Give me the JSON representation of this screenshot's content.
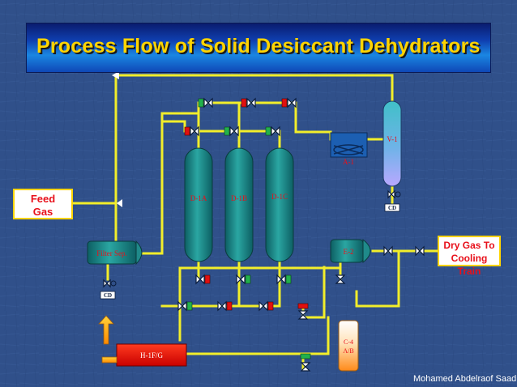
{
  "title": "Process Flow of Solid Desiccant Dehydrators",
  "feed_label_line1": "Feed",
  "feed_label_line2": "Gas",
  "dry_gas_label_line1": "Dry Gas To",
  "dry_gas_label_line2": "Cooling Train",
  "equipment": {
    "filter_sep": "Filter Sep.",
    "tower_a": "D-1A",
    "tower_b": "D-1B",
    "tower_c": "D-1C",
    "vessel_v1": "V-1",
    "cooler_a1": "A-1",
    "exchanger_e2": "E-2",
    "heater": "H-1F/G",
    "column_c4_line1": "C-4",
    "column_c4_line2": "A/B",
    "drain_label": "CD"
  },
  "author": "Mohamed Abdelraof Saad",
  "colors": {
    "background": "#2f4f86",
    "pipe": "#f2ee2a",
    "title_text": "#ffd400",
    "label_red": "#e8101a",
    "equipment_fill": "#1f8a8a",
    "valve_green": "#22b14c",
    "valve_red": "#e01010"
  }
}
